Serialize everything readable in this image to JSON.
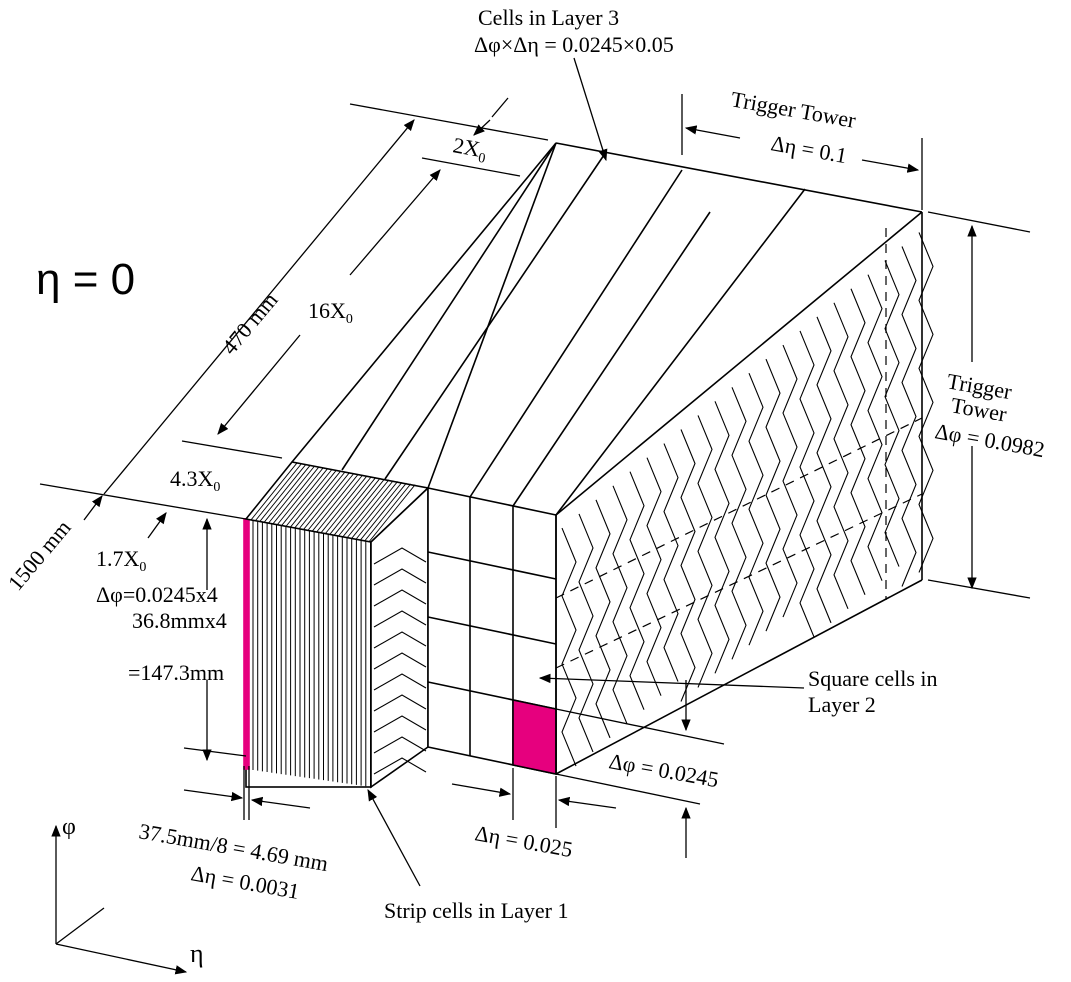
{
  "title_eta": "η = 0",
  "labels": {
    "cells_layer3_line1": "Cells in Layer 3",
    "cells_layer3_line2": "Δφ×Δη = 0.0245×0.05",
    "trigger_tower_eta_line1": "Trigger Tower",
    "trigger_tower_eta_line2": "Δη = 0.1",
    "trigger_tower_phi_line1": "Trigger",
    "trigger_tower_phi_line2": "Tower",
    "trigger_tower_phi_line3": "Δφ = 0.0982",
    "x0_2": "2X",
    "x0_16": "16X",
    "x0_43": "4.3X",
    "x0_17": "1.7X",
    "x0_sub": "0",
    "len_470": "470 mm",
    "len_1500": "1500 mm",
    "strip_dphi": "Δφ=0.0245x4",
    "strip_mm": "36.8mmx4",
    "strip_total": "=147.3mm",
    "square_cells_line1": "Square cells in",
    "square_cells_line2": "Layer 2",
    "square_dphi": "Δφ = 0.0245",
    "square_deta": "Δη = 0.025",
    "strip_width_line1": "37.5mm/8 = 4.69 mm",
    "strip_width_line2": "Δη = 0.0031",
    "strip_cells": "Strip cells in Layer 1",
    "axis_phi": "φ",
    "axis_eta": "η"
  },
  "colors": {
    "highlight": "#e6007e",
    "line": "#000000"
  }
}
